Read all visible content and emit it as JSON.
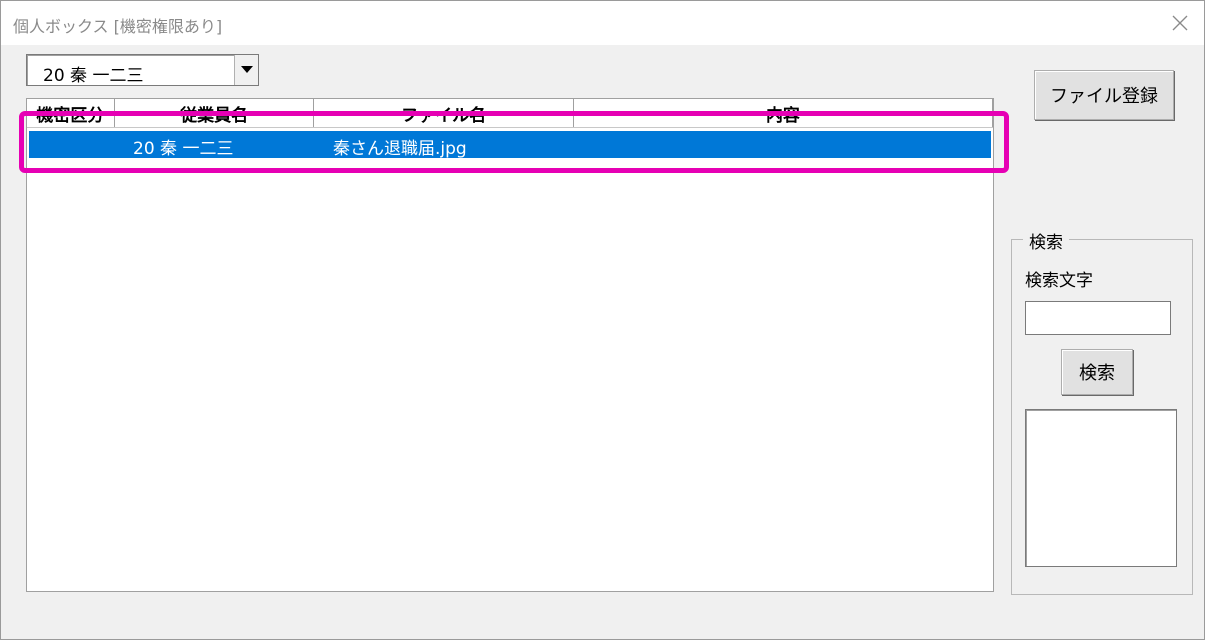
{
  "window": {
    "title": "個人ボックス [機密権限あり]"
  },
  "combo": {
    "selected": "20 秦 一二三"
  },
  "list": {
    "columns": [
      "機密区分",
      "従業員名",
      "ファイル名",
      "内容"
    ],
    "rows": [
      {
        "classification": "",
        "employee": "20 秦 一二三",
        "filename": "秦さん退職届.jpg",
        "content": ""
      }
    ]
  },
  "buttons": {
    "register": "ファイル登録",
    "search": "検索"
  },
  "search_group": {
    "legend": "検索",
    "label": "検索文字",
    "input_value": ""
  },
  "colors": {
    "selection": "#0078d7",
    "highlight": "#e600b4"
  }
}
